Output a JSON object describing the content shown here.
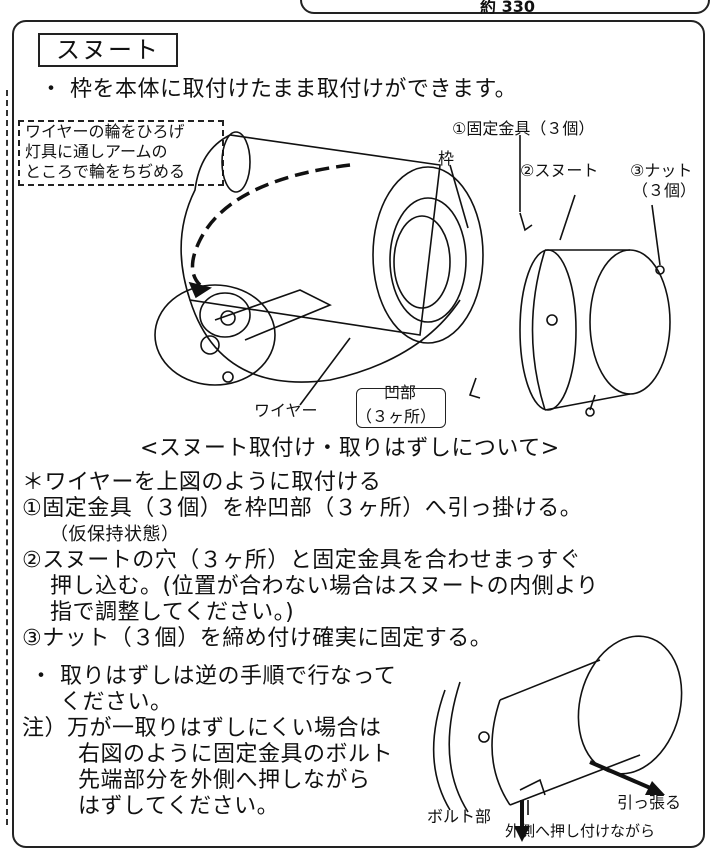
{
  "header": {
    "partial_text": "約 330"
  },
  "section": {
    "title": "スヌート"
  },
  "intro": "・ 枠を本体に取付けたまま取付けができます。",
  "callout_wire": [
    "ワイヤーの輪をひろげ",
    "灯具に通しアームの",
    "ところで輪をちぢめる"
  ],
  "diagram_labels": {
    "fixing_bracket": "①固定金具（３個）",
    "frame": "枠",
    "snoot": "②スヌート",
    "nut": "③ナット",
    "nut_count": "（３個）",
    "recess": "凹部",
    "recess_count": "（３ヶ所）",
    "wire": "ワイヤー"
  },
  "caption": "<スヌート取付け・取りはずしについて>",
  "steps": {
    "wire_note": "＊ワイヤーを上図のように取付ける",
    "step1": "①固定金具（３個）を枠凹部（３ヶ所）へ引っ掛ける。",
    "step1_note": "（仮保持状態）",
    "step2_line1": "②スヌートの穴（３ヶ所）と固定金具を合わせまっすぐ",
    "step2_line2": "押し込む。(位置が合わない場合はスヌートの内側より",
    "step2_line3": "指で調整してください。)",
    "step3": "③ナット（３個）を締め付け確実に固定する。"
  },
  "removal": {
    "line1": "・ 取りはずしは逆の手順で行なって",
    "line2": "ください。",
    "note_line1": "注）万が一取りはずしにくい場合は",
    "note_line2": "右図のように固定金具のボルト",
    "note_line3": "先端部分を外側へ押しながら",
    "note_line4": "はずしてください。"
  },
  "removal_diagram": {
    "pull": "引っ張る",
    "bolt": "ボルト部",
    "push": "外側へ押し付けながら"
  }
}
